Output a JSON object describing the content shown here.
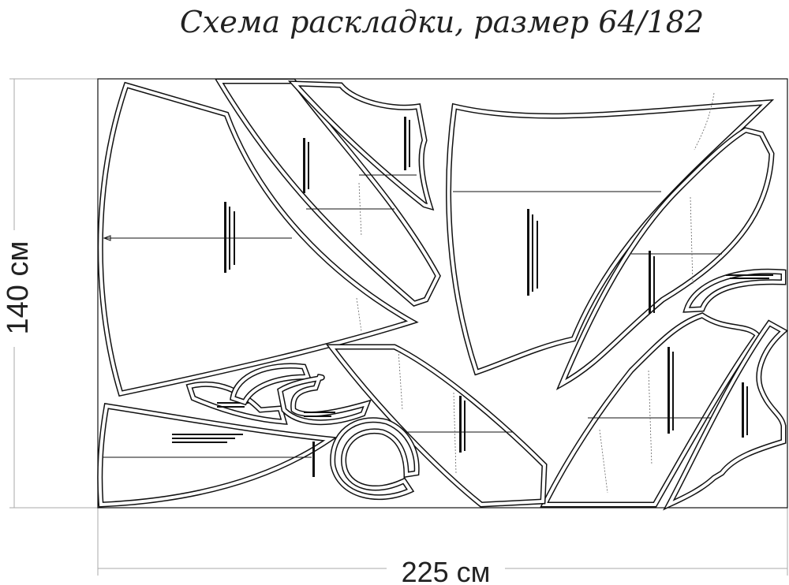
{
  "title": "Схема раскладки, размер 64/182",
  "dimensions": {
    "height_label": "140 см",
    "width_label": "225 см"
  }
}
